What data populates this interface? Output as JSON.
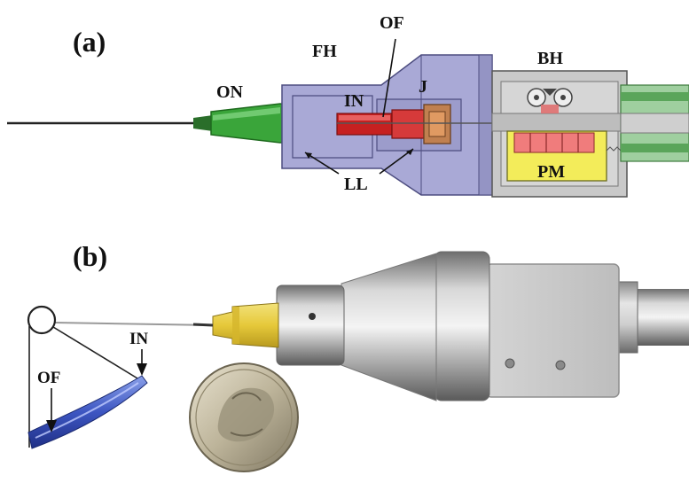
{
  "panels": [
    {
      "label": "(a)",
      "part_labels": {
        "fh": "FH",
        "of": "OF",
        "bh": "BH",
        "on": "ON",
        "in": "IN",
        "j": "J",
        "ll": "LL",
        "pm": "PM"
      }
    },
    {
      "label": "(b)",
      "inset_labels": {
        "of": "OF",
        "in": "IN"
      }
    }
  ]
}
